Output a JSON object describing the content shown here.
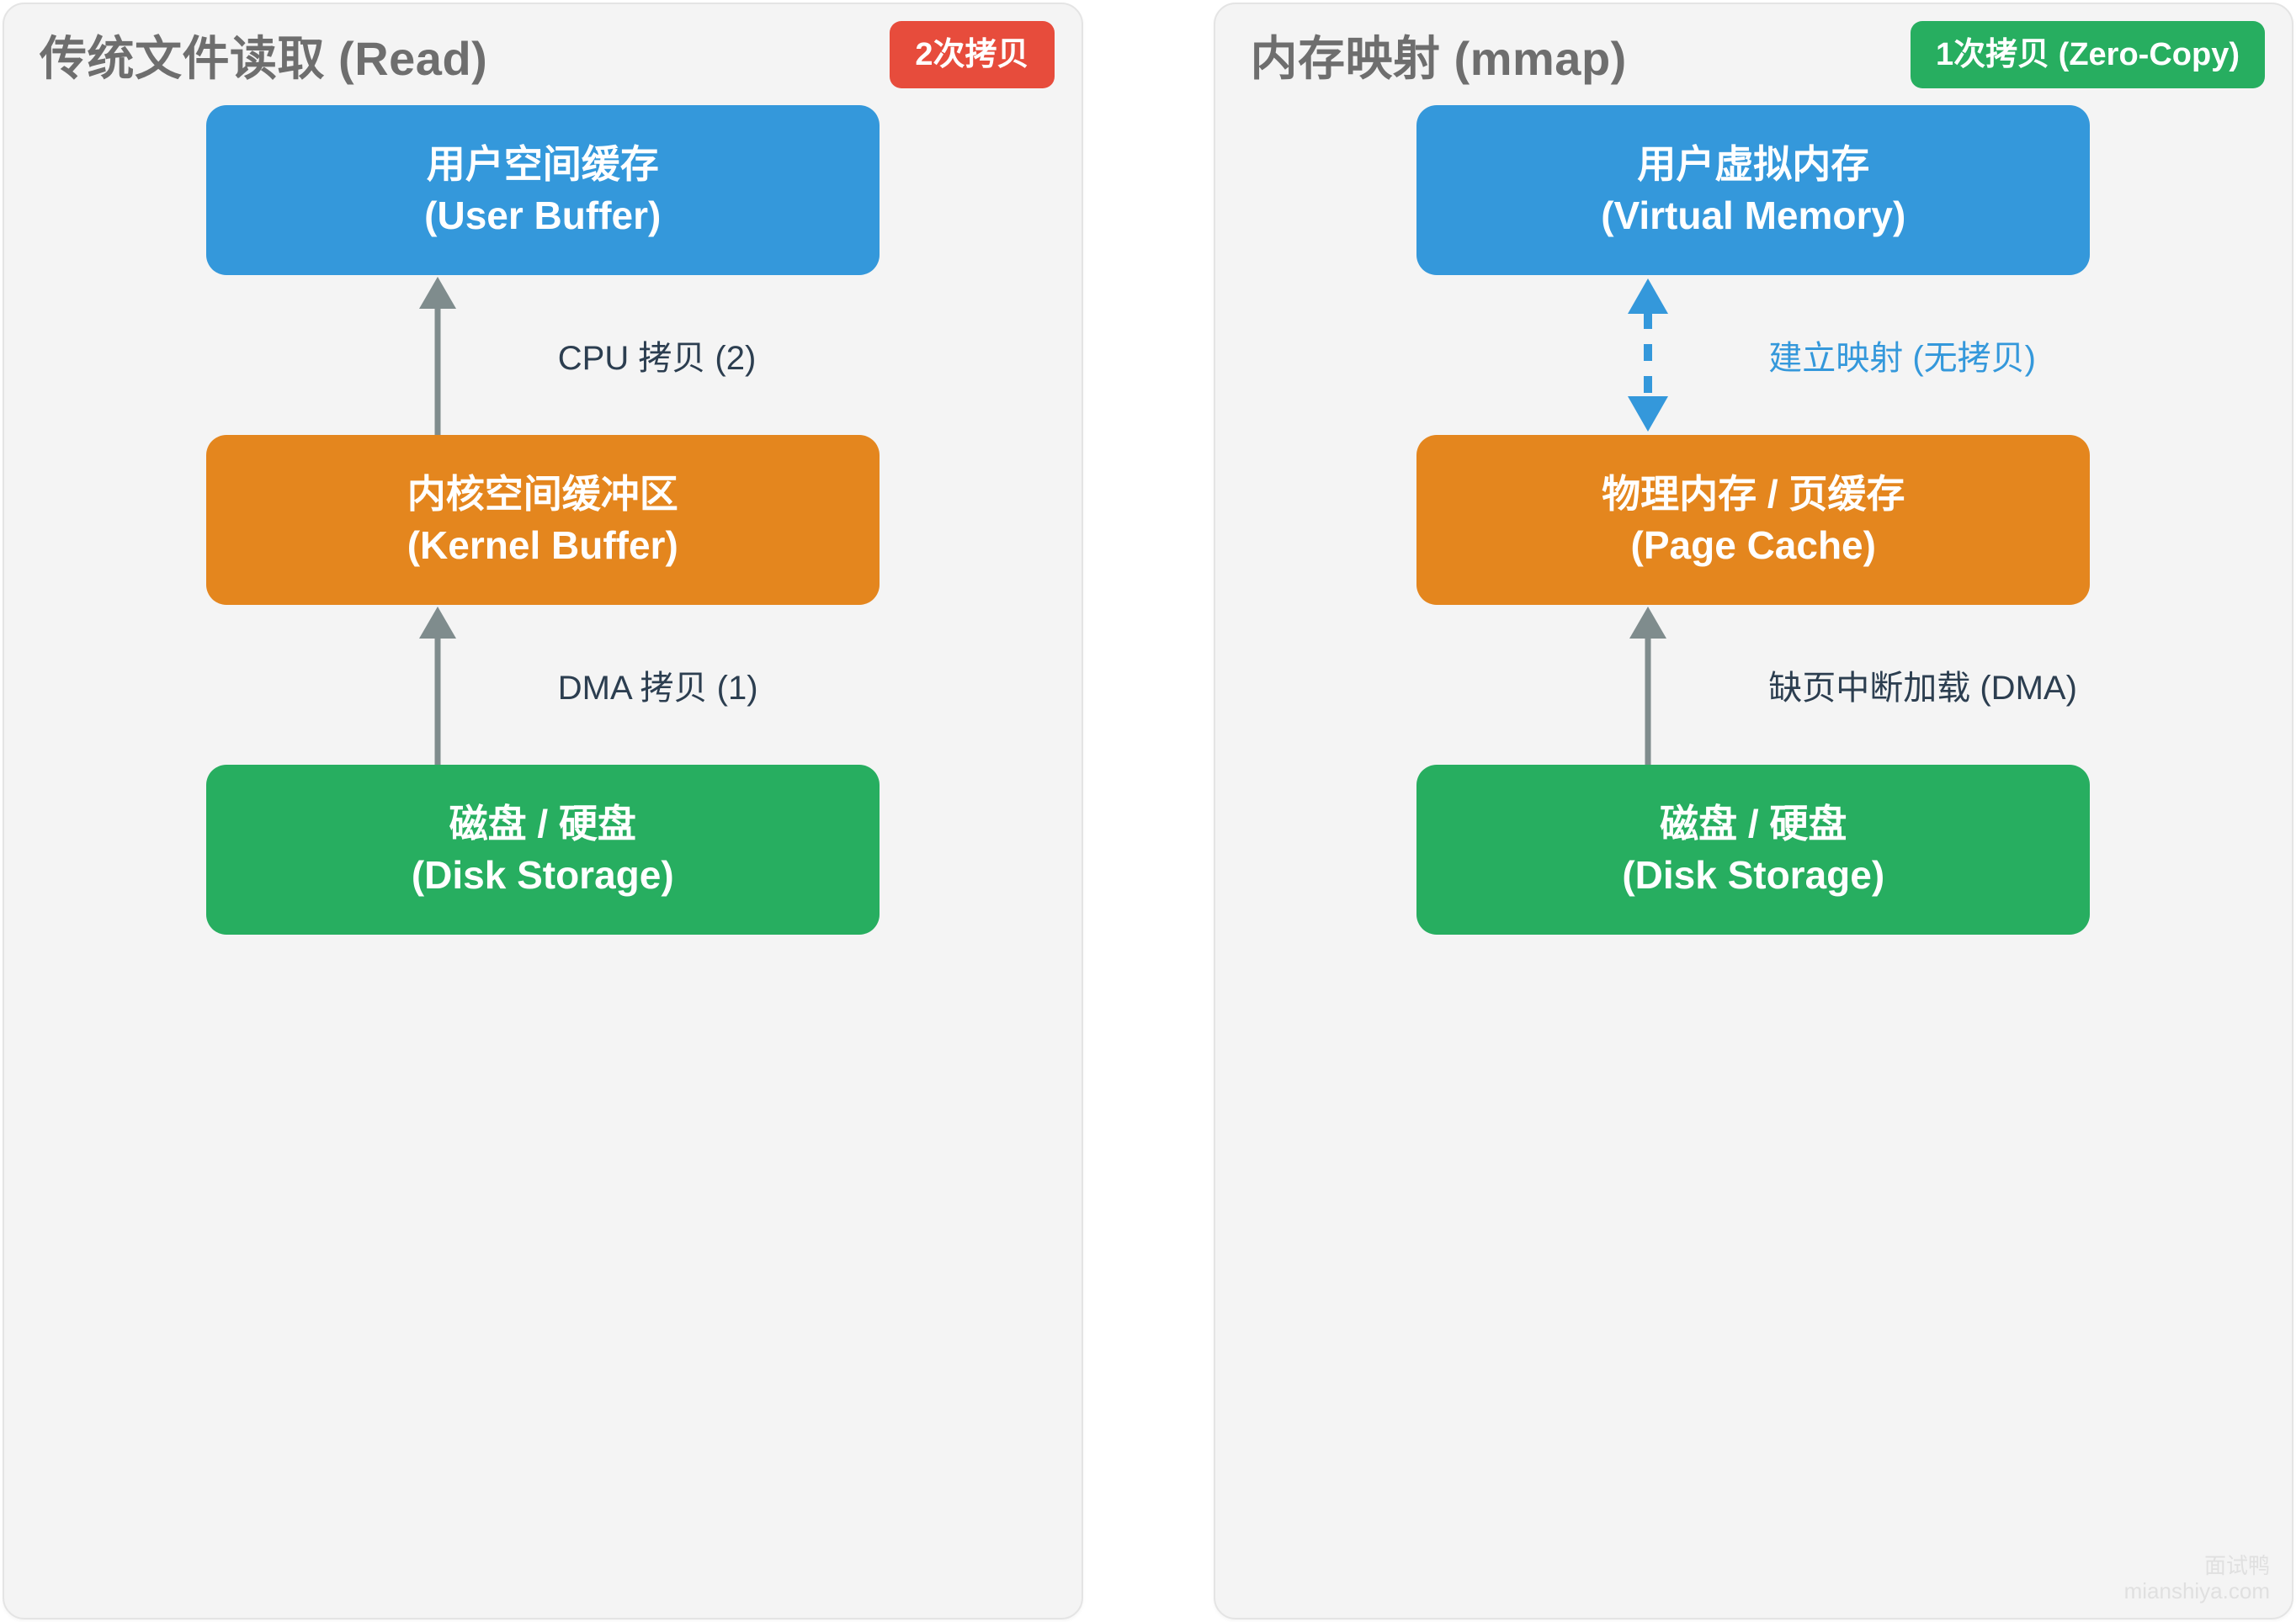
{
  "panels": [
    {
      "title": "传统文件读取 (Read)",
      "badge": {
        "label": "2次拷贝",
        "color": "#e74c3c"
      },
      "nodes": [
        {
          "cn": "用户空间缓存",
          "en": "(User Buffer)",
          "color": "#3498db",
          "icon": "user-buffer-box"
        },
        {
          "cn": "内核空间缓冲区",
          "en": "(Kernel Buffer)",
          "color": "#e4861e",
          "icon": "kernel-buffer-box"
        },
        {
          "cn": "磁盘 / 硬盘",
          "en": "(Disk Storage)",
          "color": "#27ae60",
          "icon": "disk-storage-box"
        }
      ],
      "connectors": [
        {
          "label": "CPU 拷贝 (2)",
          "style": "solid",
          "direction": "up",
          "color": "#7f8c8d",
          "label_color": "#2c3e50"
        },
        {
          "label": "DMA 拷贝 (1)",
          "style": "solid",
          "direction": "up",
          "color": "#7f8c8d",
          "label_color": "#2c3e50"
        }
      ]
    },
    {
      "title": "内存映射 (mmap)",
      "badge": {
        "label": "1次拷贝 (Zero-Copy)",
        "color": "#27ae60"
      },
      "nodes": [
        {
          "cn": "用户虚拟内存",
          "en": "(Virtual Memory)",
          "color": "#3498db",
          "icon": "virtual-memory-box"
        },
        {
          "cn": "物理内存 / 页缓存",
          "en": "(Page Cache)",
          "color": "#e4861e",
          "icon": "page-cache-box"
        },
        {
          "cn": "磁盘 / 硬盘",
          "en": "(Disk Storage)",
          "color": "#27ae60",
          "icon": "disk-storage-box"
        }
      ],
      "connectors": [
        {
          "label": "建立映射 (无拷贝)",
          "style": "dashed",
          "direction": "both",
          "color": "#3498db",
          "label_color": "#3498db"
        },
        {
          "label": "缺页中断加载 (DMA)",
          "style": "solid",
          "direction": "up",
          "color": "#7f8c8d",
          "label_color": "#2c3e50"
        }
      ]
    }
  ],
  "watermark": {
    "line1": "面试鸭",
    "line2": "mianshiya.com"
  }
}
